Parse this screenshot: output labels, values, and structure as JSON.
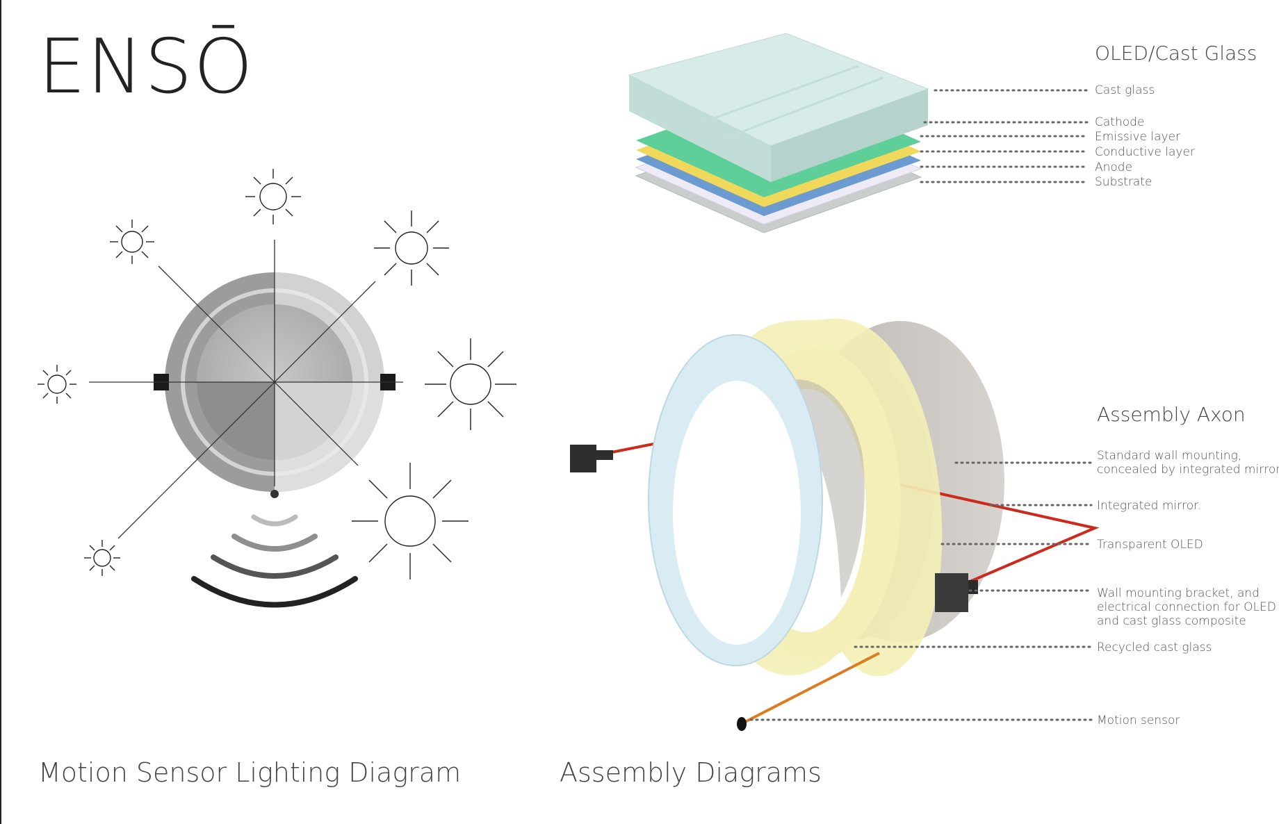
{
  "brand": {
    "title": "ENSŌ"
  },
  "sections": {
    "motion_title": "Motion Sensor Lighting Diagram",
    "assembly_title": "Assembly Diagrams"
  },
  "oled": {
    "title": "OLED/Cast Glass",
    "layers": [
      "Cast glass",
      "Cathode",
      "Emissive layer",
      "Conductive layer",
      "Anode",
      "Substrate"
    ]
  },
  "axon": {
    "title": "Assembly Axon",
    "labels": [
      "Standard wall mounting,",
      "concealed by integrated mirror.",
      "Integrated mirror.",
      "Transparent OLED",
      "Wall mounting bracket, and",
      "electrical connection for OLED",
      "and cast glass composite",
      "Recycled cast glass",
      "Motion sensor"
    ]
  },
  "colors": {
    "ink": "#222222",
    "cast_glass": "#cfe8e4",
    "cathode": "#5fcf9a",
    "emissive": "#f0d85a",
    "conductive": "#6b9bd1",
    "anode": "#e8e4f2",
    "substrate": "#c9cecc",
    "ring_blue": "#d9ecf4",
    "ring_yellow": "#f3efb6",
    "mirror": "#c9c5c0",
    "wire_red": "#cc2a1c",
    "wire_orange": "#e07a1e"
  }
}
